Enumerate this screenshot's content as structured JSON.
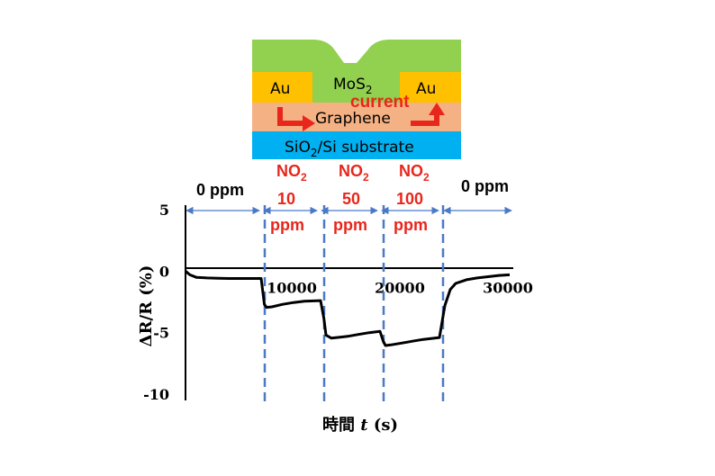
{
  "diagram": {
    "layers": {
      "mos2": "MoS",
      "mos2_sub": "2",
      "au_left": "Au",
      "au_right": "Au",
      "current": "current",
      "graphene": "Graphene",
      "substrate_pre": "SiO",
      "substrate_sub": "2",
      "substrate_post": "/Si substrate"
    },
    "colors": {
      "mos2": "#92d050",
      "au": "#ffc000",
      "graphene": "#f4b183",
      "substrate": "#00b0f0",
      "arrow": "#e8261c"
    }
  },
  "phases": [
    {
      "lines": [
        "0 ppm"
      ],
      "color": "black"
    },
    {
      "lines": [
        "NO2",
        "10",
        "ppm"
      ],
      "color": "red"
    },
    {
      "lines": [
        "NO2",
        "50",
        "ppm"
      ],
      "color": "red"
    },
    {
      "lines": [
        "NO2",
        "100",
        "ppm"
      ],
      "color": "red"
    },
    {
      "lines": [
        "0 ppm"
      ],
      "color": "black"
    }
  ],
  "phase_labels": {
    "p0": "0 ppm",
    "no2": "NO",
    "no2_sub": "2",
    "p1": "10",
    "p2": "50",
    "p3": "100",
    "ppm": "ppm",
    "p4": "0 ppm"
  },
  "chart_data": {
    "type": "line",
    "xlabel_prefix": "時間 ",
    "xlabel_var": "t",
    "xlabel_unit": " (s)",
    "ylabel": "ΔR/R (%)",
    "xlim": [
      0,
      30000
    ],
    "ylim": [
      -10,
      5
    ],
    "x_ticks": [
      10000,
      20000,
      30000
    ],
    "x_tick_labels": [
      "10000",
      "20000",
      "30000"
    ],
    "y_ticks": [
      5,
      0,
      -5,
      -10
    ],
    "y_tick_labels": [
      "5",
      "0",
      "-5",
      "-10"
    ],
    "phase_boundaries": [
      7000,
      12500,
      18000,
      23500
    ],
    "series": [
      {
        "x": [
          0,
          400,
          1000,
          2000,
          3000,
          4000,
          5000,
          6000,
          7000,
          7300,
          7500,
          8000,
          9000,
          10000,
          11000,
          12500,
          12800,
          13000,
          13500,
          14000,
          15000,
          16000,
          17000,
          18000,
          18300,
          18500,
          19000,
          20000,
          21000,
          22000,
          23500,
          24000,
          24500,
          25000,
          26000,
          27000,
          28000,
          29000,
          30000
        ],
        "y": [
          0,
          -0.3,
          -0.5,
          -0.55,
          -0.58,
          -0.6,
          -0.6,
          -0.6,
          -0.6,
          -2.7,
          -2.95,
          -2.9,
          -2.7,
          -2.55,
          -2.45,
          -2.4,
          -3.8,
          -5.2,
          -5.45,
          -5.4,
          -5.3,
          -5.15,
          -5.0,
          -4.9,
          -5.7,
          -6.05,
          -6.0,
          -5.85,
          -5.7,
          -5.55,
          -5.4,
          -2.8,
          -1.5,
          -1.0,
          -0.7,
          -0.55,
          -0.45,
          -0.35,
          -0.3
        ]
      }
    ]
  }
}
